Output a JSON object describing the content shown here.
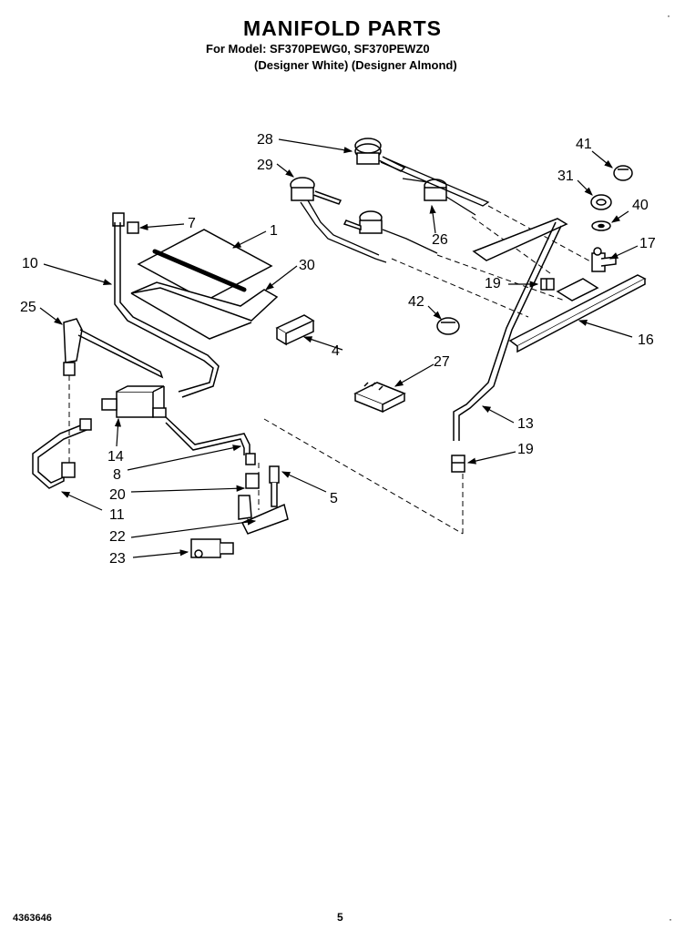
{
  "header": {
    "title": "MANIFOLD PARTS",
    "models_line": "For Model: SF370PEWG0, SF370PEWZ0",
    "variants_line": "(Designer White)  (Designer Almond)"
  },
  "footer": {
    "doc_number": "4363646",
    "page_number": "5"
  },
  "callouts": {
    "c28": "28",
    "c29": "29",
    "c41": "41",
    "c31": "31",
    "c40": "40",
    "c7": "7",
    "c1": "1",
    "c26": "26",
    "c17": "17",
    "c10": "10",
    "c30": "30",
    "c19a": "19",
    "c25": "25",
    "c42": "42",
    "c16": "16",
    "c4": "4",
    "c27": "27",
    "c13": "13",
    "c14": "14",
    "c19b": "19",
    "c8": "8",
    "c5": "5",
    "c20": "20",
    "c11": "11",
    "c22": "22",
    "c23": "23"
  }
}
